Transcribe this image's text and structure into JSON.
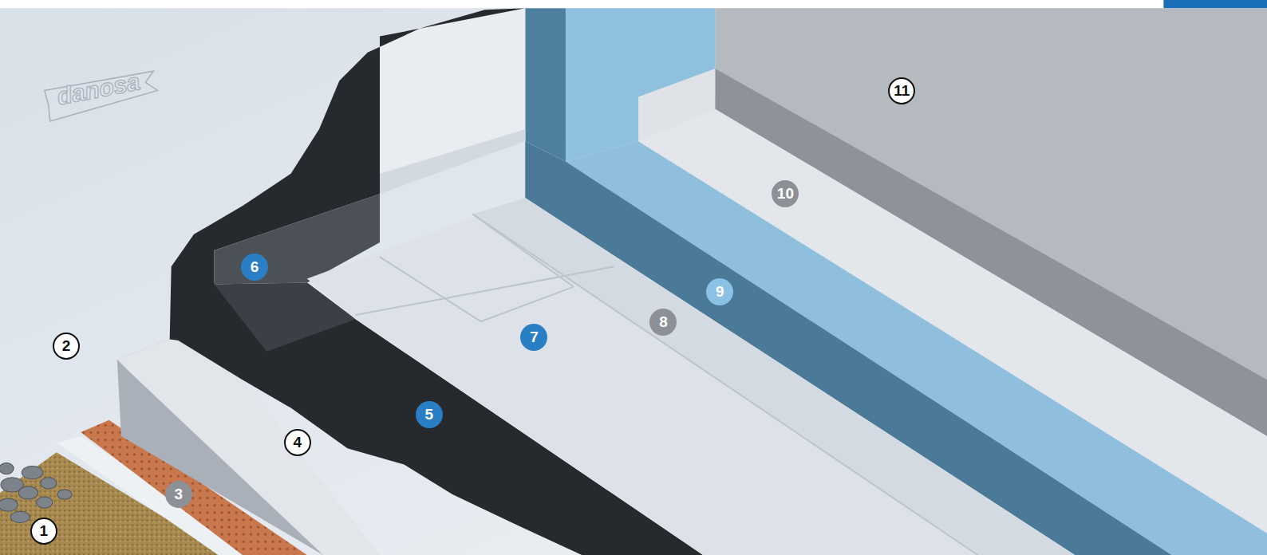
{
  "diagram": {
    "labels": [
      "danosa",
      "11",
      "2",
      "6",
      "10",
      "9",
      "8",
      "7",
      "5",
      "4",
      "3",
      "1"
    ]
  }
}
